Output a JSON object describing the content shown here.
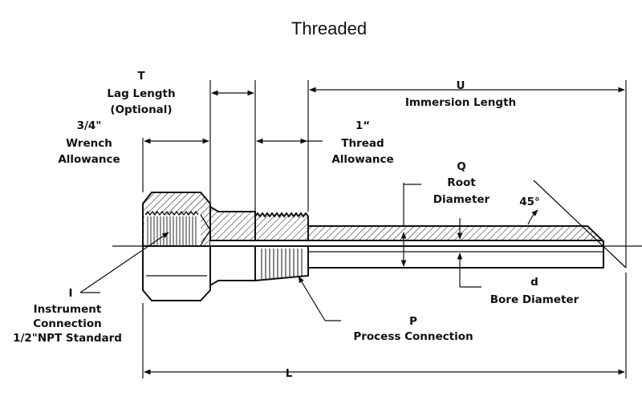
{
  "title": "Threaded",
  "labels": {
    "t_letter": "T",
    "t_name_1": "Lag Length",
    "t_name_2": "(Optional)",
    "u_letter": "U",
    "u_name": "Immersion Length",
    "wrench_1": "3/4\"",
    "wrench_2": "Wrench",
    "wrench_3": "Allowance",
    "thread_1": "1“",
    "thread_2": "Thread",
    "thread_3": "Allowance",
    "q_letter": "Q",
    "q_name_1": "Root",
    "q_name_2": "Diameter",
    "angle": "45°",
    "i_letter": "I",
    "i_name_1": "Instrument",
    "i_name_2": "Connection",
    "i_name_3": "1/2\"NPT Standard",
    "d_letter": "d",
    "d_name": "Bore Diameter",
    "p_letter": "P",
    "p_name": "Process Connection",
    "l_letter": "L"
  },
  "colors": {
    "line": "#111111",
    "background": "#ffffff"
  }
}
